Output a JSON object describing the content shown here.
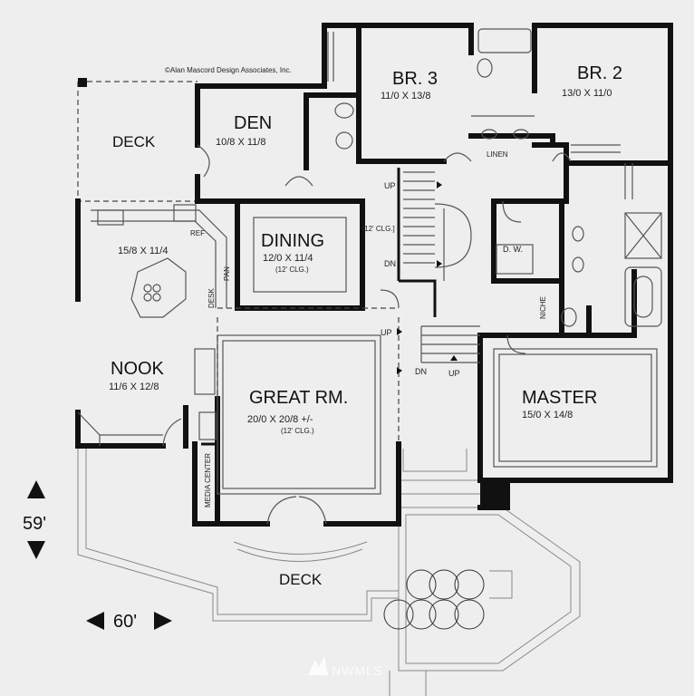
{
  "copyright": "©Alan Mascord Design Associates, Inc.",
  "rooms": {
    "br3": {
      "name": "BR. 3",
      "dims": "11/0 X 13/8"
    },
    "br2": {
      "name": "BR. 2",
      "dims": "13/0 X 11/0"
    },
    "den": {
      "name": "DEN",
      "dims": "10/8 X 11/8"
    },
    "dining": {
      "name": "DINING",
      "dims": "12/0 X 11/4",
      "note": "(12' CLG.)"
    },
    "nook": {
      "name": "NOOK",
      "dims": "11/6 X 12/8"
    },
    "kitchen": {
      "dims": "15/8 X 11/4"
    },
    "great": {
      "name": "GREAT RM.",
      "dims": "20/0 X 20/8 +/-",
      "note": "(12' CLG.)"
    },
    "master": {
      "name": "MASTER",
      "dims": "15/0 X 14/8"
    }
  },
  "labels": {
    "deck_top": "DECK",
    "deck_bottom": "DECK",
    "linen": "LINEN",
    "ref": "REF",
    "pan": "PAN",
    "desk": "DESK",
    "media": "MEDIA CENTER",
    "niche": "NICHE",
    "dw": "D.  W.",
    "stair_clg": "[12' CLG.]",
    "up1": "UP",
    "dn1": "DN",
    "up2": "UP",
    "dn2": "DN",
    "up3": "UP"
  },
  "scale": {
    "depth": "59'",
    "width": "60'"
  },
  "watermark": "NWMLS"
}
